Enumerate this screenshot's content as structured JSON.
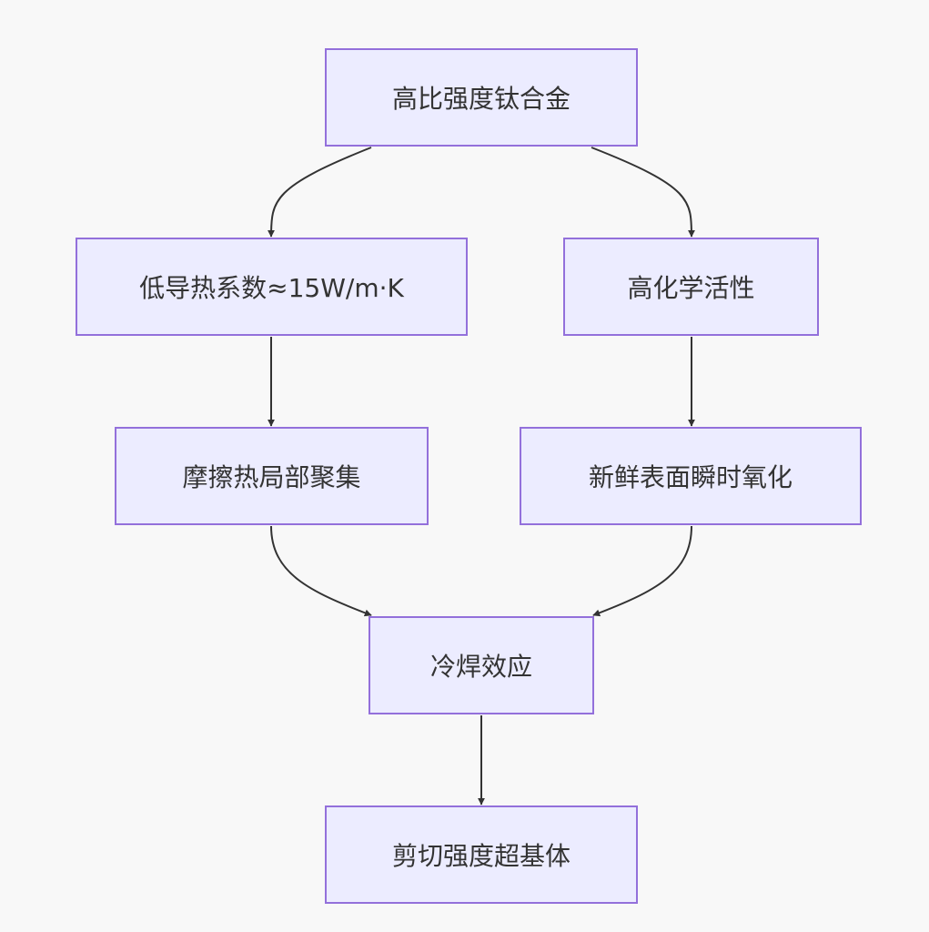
{
  "diagram": {
    "nodes": {
      "titanium": "高比强度钛合金",
      "low_conductivity": "低导热系数≈15W/m·K",
      "high_activity": "高化学活性",
      "heat_concentration": "摩擦热局部聚集",
      "oxidation": "新鲜表面瞬时氧化",
      "cold_weld": "冷焊效应",
      "shear_strength": "剪切强度超基体"
    },
    "edges": [
      [
        "titanium",
        "low_conductivity"
      ],
      [
        "titanium",
        "high_activity"
      ],
      [
        "low_conductivity",
        "heat_concentration"
      ],
      [
        "high_activity",
        "oxidation"
      ],
      [
        "heat_concentration",
        "cold_weld"
      ],
      [
        "oxidation",
        "cold_weld"
      ],
      [
        "cold_weld",
        "shear_strength"
      ]
    ],
    "colors": {
      "node_fill": "#ececff",
      "node_border": "#9370db",
      "edge": "#333333",
      "background": "#f8f8f8"
    }
  }
}
